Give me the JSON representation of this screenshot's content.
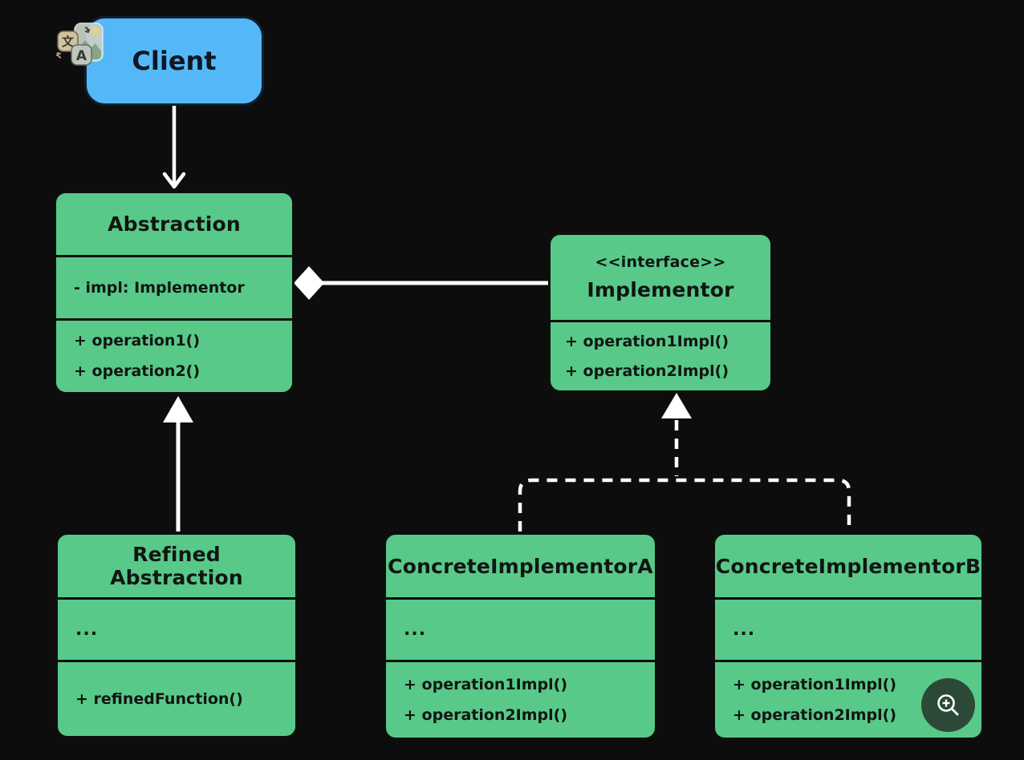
{
  "colors": {
    "background": "#0d0d0d",
    "class_fill": "#58c988",
    "client_fill": "#54b8f8",
    "edge_color": "#ffffff",
    "text_color": "#101513",
    "zoom_button_fill": "#2c4937"
  },
  "nodes": {
    "client": {
      "label": "Client"
    },
    "abstraction": {
      "title": "Abstraction",
      "attributes": [
        "- impl: Implementor"
      ],
      "operations": [
        "+ operation1()",
        "+ operation2()"
      ]
    },
    "implementor": {
      "stereotype": "<<interface>>",
      "title": "Implementor",
      "operations": [
        "+ operation1Impl()",
        "+ operation2Impl()"
      ]
    },
    "refined_abstraction": {
      "title": "Refined Abstraction",
      "attributes": [
        "..."
      ],
      "operations": [
        "+ refinedFunction()"
      ]
    },
    "concrete_implementor_a": {
      "title": "ConcreteImplementorA",
      "attributes": [
        "..."
      ],
      "operations": [
        "+ operation1Impl()",
        "+ operation2Impl()"
      ]
    },
    "concrete_implementor_b": {
      "title": "ConcreteImplementorB",
      "attributes": [
        "..."
      ],
      "operations": [
        "+ operation1Impl()",
        "+ operation2Impl()"
      ]
    }
  },
  "relationships": [
    {
      "from": "Client",
      "to": "Abstraction",
      "type": "directed-association",
      "line": "solid",
      "head": "open-arrow"
    },
    {
      "from": "Abstraction",
      "to": "Implementor",
      "type": "aggregation",
      "line": "solid",
      "head": "diamond-at-abstraction"
    },
    {
      "from": "Refined Abstraction",
      "to": "Abstraction",
      "type": "generalization",
      "line": "solid",
      "head": "triangle"
    },
    {
      "from": "ConcreteImplementorA",
      "to": "Implementor",
      "type": "realization",
      "line": "dashed",
      "head": "triangle"
    },
    {
      "from": "ConcreteImplementorB",
      "to": "Implementor",
      "type": "realization",
      "line": "dashed",
      "head": "triangle"
    }
  ],
  "icons": {
    "zoom_button": "zoom-in-magnifier",
    "overlay_badge": "translate-image"
  }
}
